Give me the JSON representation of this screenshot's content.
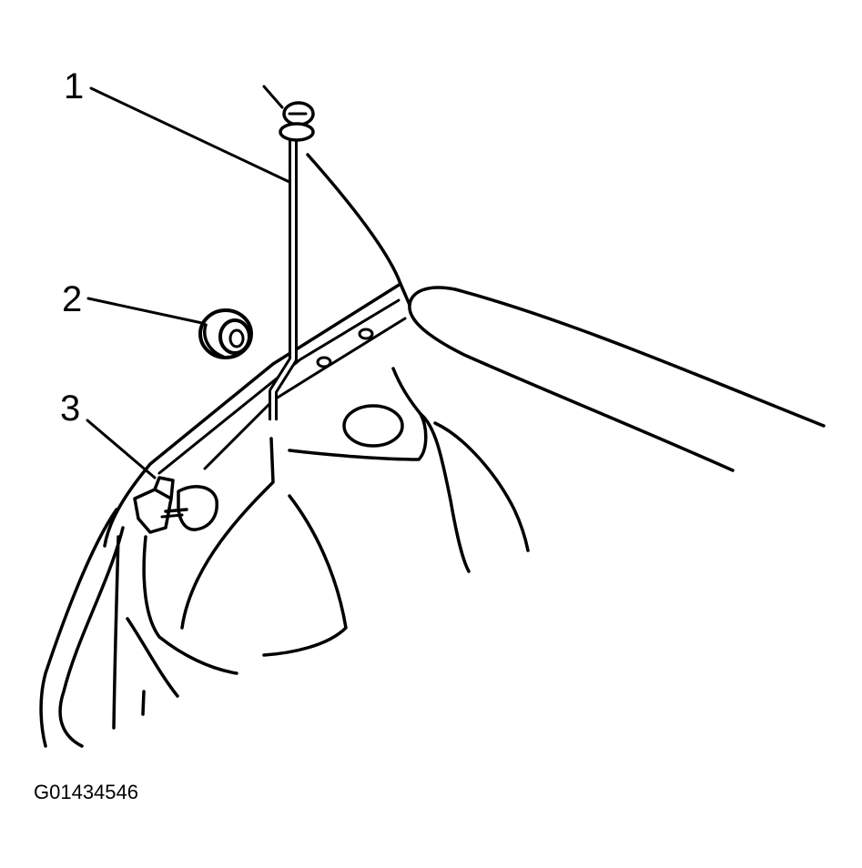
{
  "diagram": {
    "callouts": [
      {
        "label": "1"
      },
      {
        "label": "2"
      },
      {
        "label": "3"
      }
    ],
    "figure_code": "G01434546",
    "colors": {
      "line": "#000000",
      "background": "#ffffff"
    }
  }
}
